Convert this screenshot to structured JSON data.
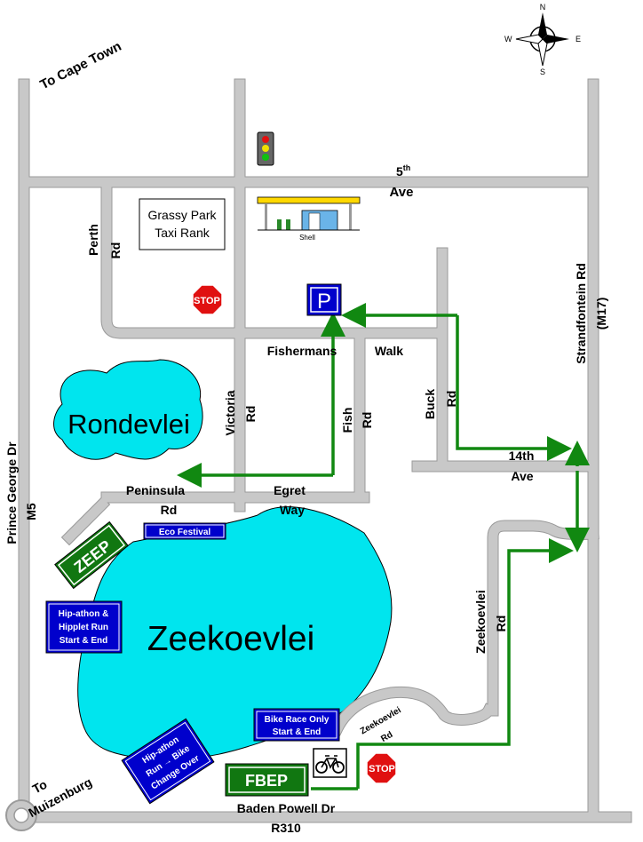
{
  "map": {
    "to_cape_town": "To Cape Town",
    "to_muizenburg_1": "To",
    "to_muizenburg_2": "Muizenburg",
    "compass": {
      "n": "N",
      "s": "S",
      "e": "E",
      "w": "W"
    },
    "roads": {
      "fifth_ave_1": "5",
      "fifth_ave_sup": "th",
      "fifth_ave_2": "Ave",
      "perth_1": "Perth",
      "perth_2": "Rd",
      "fishermans": "Fishermans",
      "walk": "Walk",
      "victoria_1": "Victoria",
      "victoria_2": "Rd",
      "fish_1": "Fish",
      "fish_2": "Rd",
      "buck_1": "Buck",
      "buck_2": "Rd",
      "fourteenth_1": "14th",
      "fourteenth_2": "Ave",
      "peninsula_1": "Peninsula",
      "peninsula_2": "Rd",
      "egret_1": "Egret",
      "egret_2": "Way",
      "strandfontein_1": "Strandfontein Rd",
      "strandfontein_2": "(M17)",
      "zeekoevlei_rd_1": "Zeekoevlei",
      "zeekoevlei_rd_2": "Rd",
      "zeekoevlei_small_1": "Zeekoevlei",
      "zeekoevlei_small_2": "Rd",
      "prince_george_1": "Prince George Dr",
      "prince_george_2": "M5",
      "baden_powell_1": "Baden Powell Dr",
      "baden_powell_2": "R310"
    },
    "lakes": {
      "rondevlei": "Rondevlei",
      "zeekoevlei": "Zeekoevlei"
    },
    "landmarks": {
      "taxi_rank_1": "Grassy Park",
      "taxi_rank_2": "Taxi Rank",
      "shell": "Shell",
      "stop": "STOP",
      "parking": "P"
    },
    "signs": {
      "zeep": "ZEEP",
      "fbep": "FBEP",
      "eco_festival": "Eco Festival",
      "hipathon_1": "Hip-athon &",
      "hipathon_2": "Hipplet Run",
      "hipathon_3": "Start & End",
      "bike_race_1": "Bike Race Only",
      "bike_race_2": "Start & End",
      "changeover_1": "Hip-athon",
      "changeover_2": "Run → Bike",
      "changeover_3": "Change Over"
    },
    "colors": {
      "road": "#c8c8c8",
      "water": "#00e5ee",
      "route": "#118811",
      "sign_blue": "#0000cc",
      "sign_green": "#117711",
      "stop_red": "#e01010"
    }
  }
}
